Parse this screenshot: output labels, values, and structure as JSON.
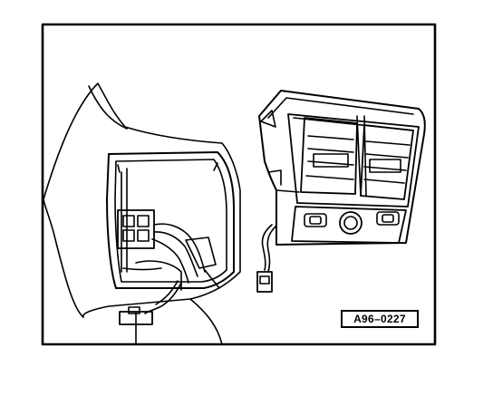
{
  "figure": {
    "reference_code": "A96–0227"
  },
  "icons": {
    "frame": "frame-border",
    "console_left": "console-trim-panel",
    "vent": "rear-air-vent-unit",
    "connector_left": "wiring-connector",
    "connector_right": "wiring-connector"
  },
  "colors": {
    "ink": "#000000",
    "paper": "#ffffff"
  }
}
